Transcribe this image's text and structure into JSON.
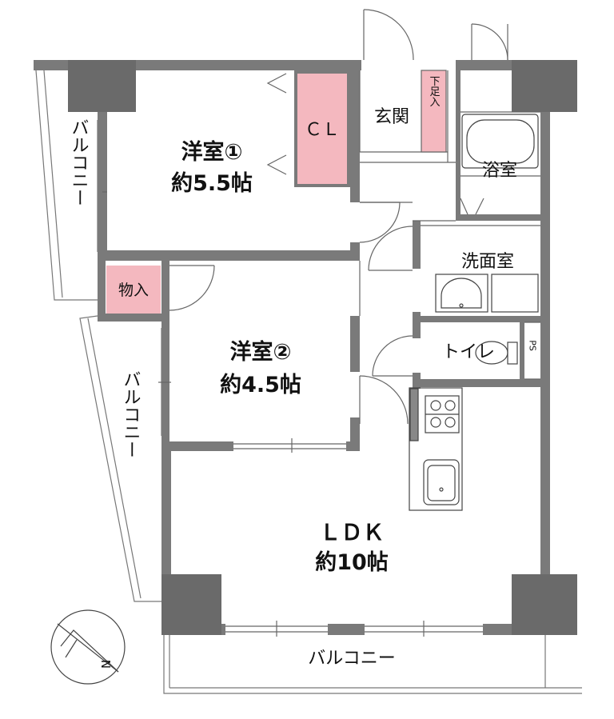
{
  "rooms": {
    "western1_name": "洋室①",
    "western1_size": "約5.5帖",
    "western2_name": "洋室②",
    "western2_size": "約4.5帖",
    "ldk_name": "ＬＤＫ",
    "ldk_size": "約10帖",
    "closet": "ＣＬ",
    "entrance": "玄関",
    "shoe_box": "下足入",
    "bath": "浴室",
    "washroom": "洗面室",
    "storage": "物入",
    "toilet": "トイレ",
    "pipe_space": "PS"
  },
  "balconies": {
    "upper_left": "バルコニー",
    "mid_left": "バルコニー",
    "bottom": "バルコニー"
  },
  "compass": {
    "north_label": "N"
  },
  "colors": {
    "wall": "#7a7a7a",
    "column": "#6b6b6b",
    "storage_fill": "#f4b8bf",
    "line": "#666666"
  }
}
